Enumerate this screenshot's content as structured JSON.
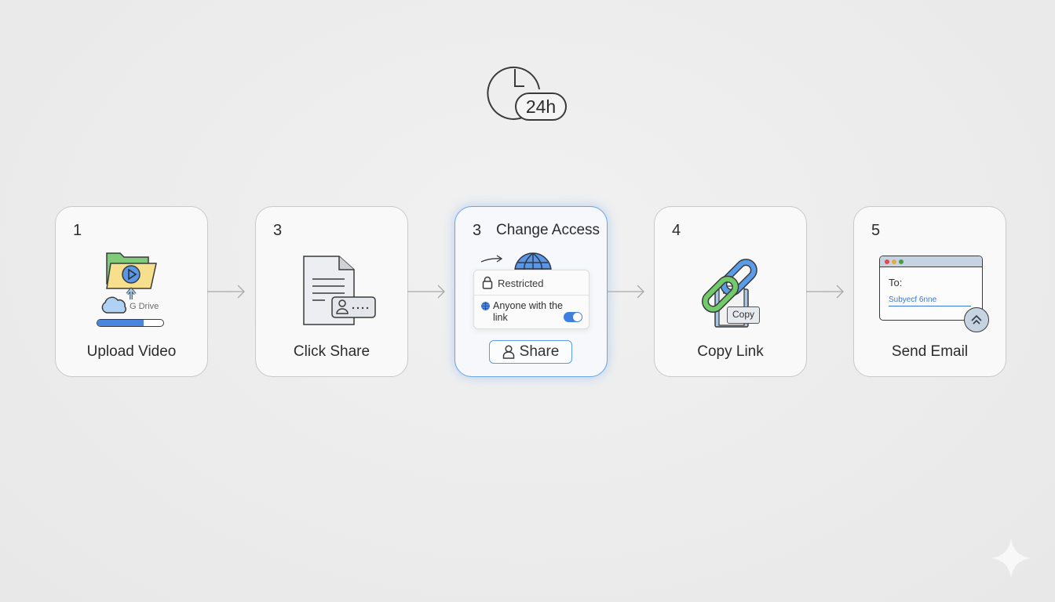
{
  "header": {
    "clock_icon": "clock-24h-icon",
    "badge_text": "24h"
  },
  "steps": [
    {
      "number": "1",
      "label": "Upload Video",
      "icon": "folder-video-upload-icon",
      "sub_label": "G Drive",
      "progress_percent": 70
    },
    {
      "number": "3",
      "label": "Click Share",
      "icon": "document-share-icon"
    },
    {
      "number": "3",
      "title": "Change Access",
      "icon": "globe-icon",
      "highlighted": true,
      "options": [
        {
          "label": "Restricted",
          "icon": "lock-icon"
        },
        {
          "label": "Anyone with the link",
          "icon": "globe-icon",
          "toggle_on": true
        }
      ],
      "button_label": "Share"
    },
    {
      "number": "4",
      "label": "Copy Link",
      "icon": "chain-link-icon",
      "tag": "Copy"
    },
    {
      "number": "5",
      "label": "Send Email",
      "icon": "email-compose-icon",
      "to_label": "To:",
      "subject_text": "Subyecf 6nne"
    }
  ],
  "colors": {
    "background": "#ebebeb",
    "card_bg": "#f9f9f9",
    "card_border": "#c9c9c9",
    "active_border": "#6aa4ea",
    "accent_blue": "#4a86e0",
    "green": "#6cc86a",
    "folder_yellow": "#f5df8a"
  }
}
